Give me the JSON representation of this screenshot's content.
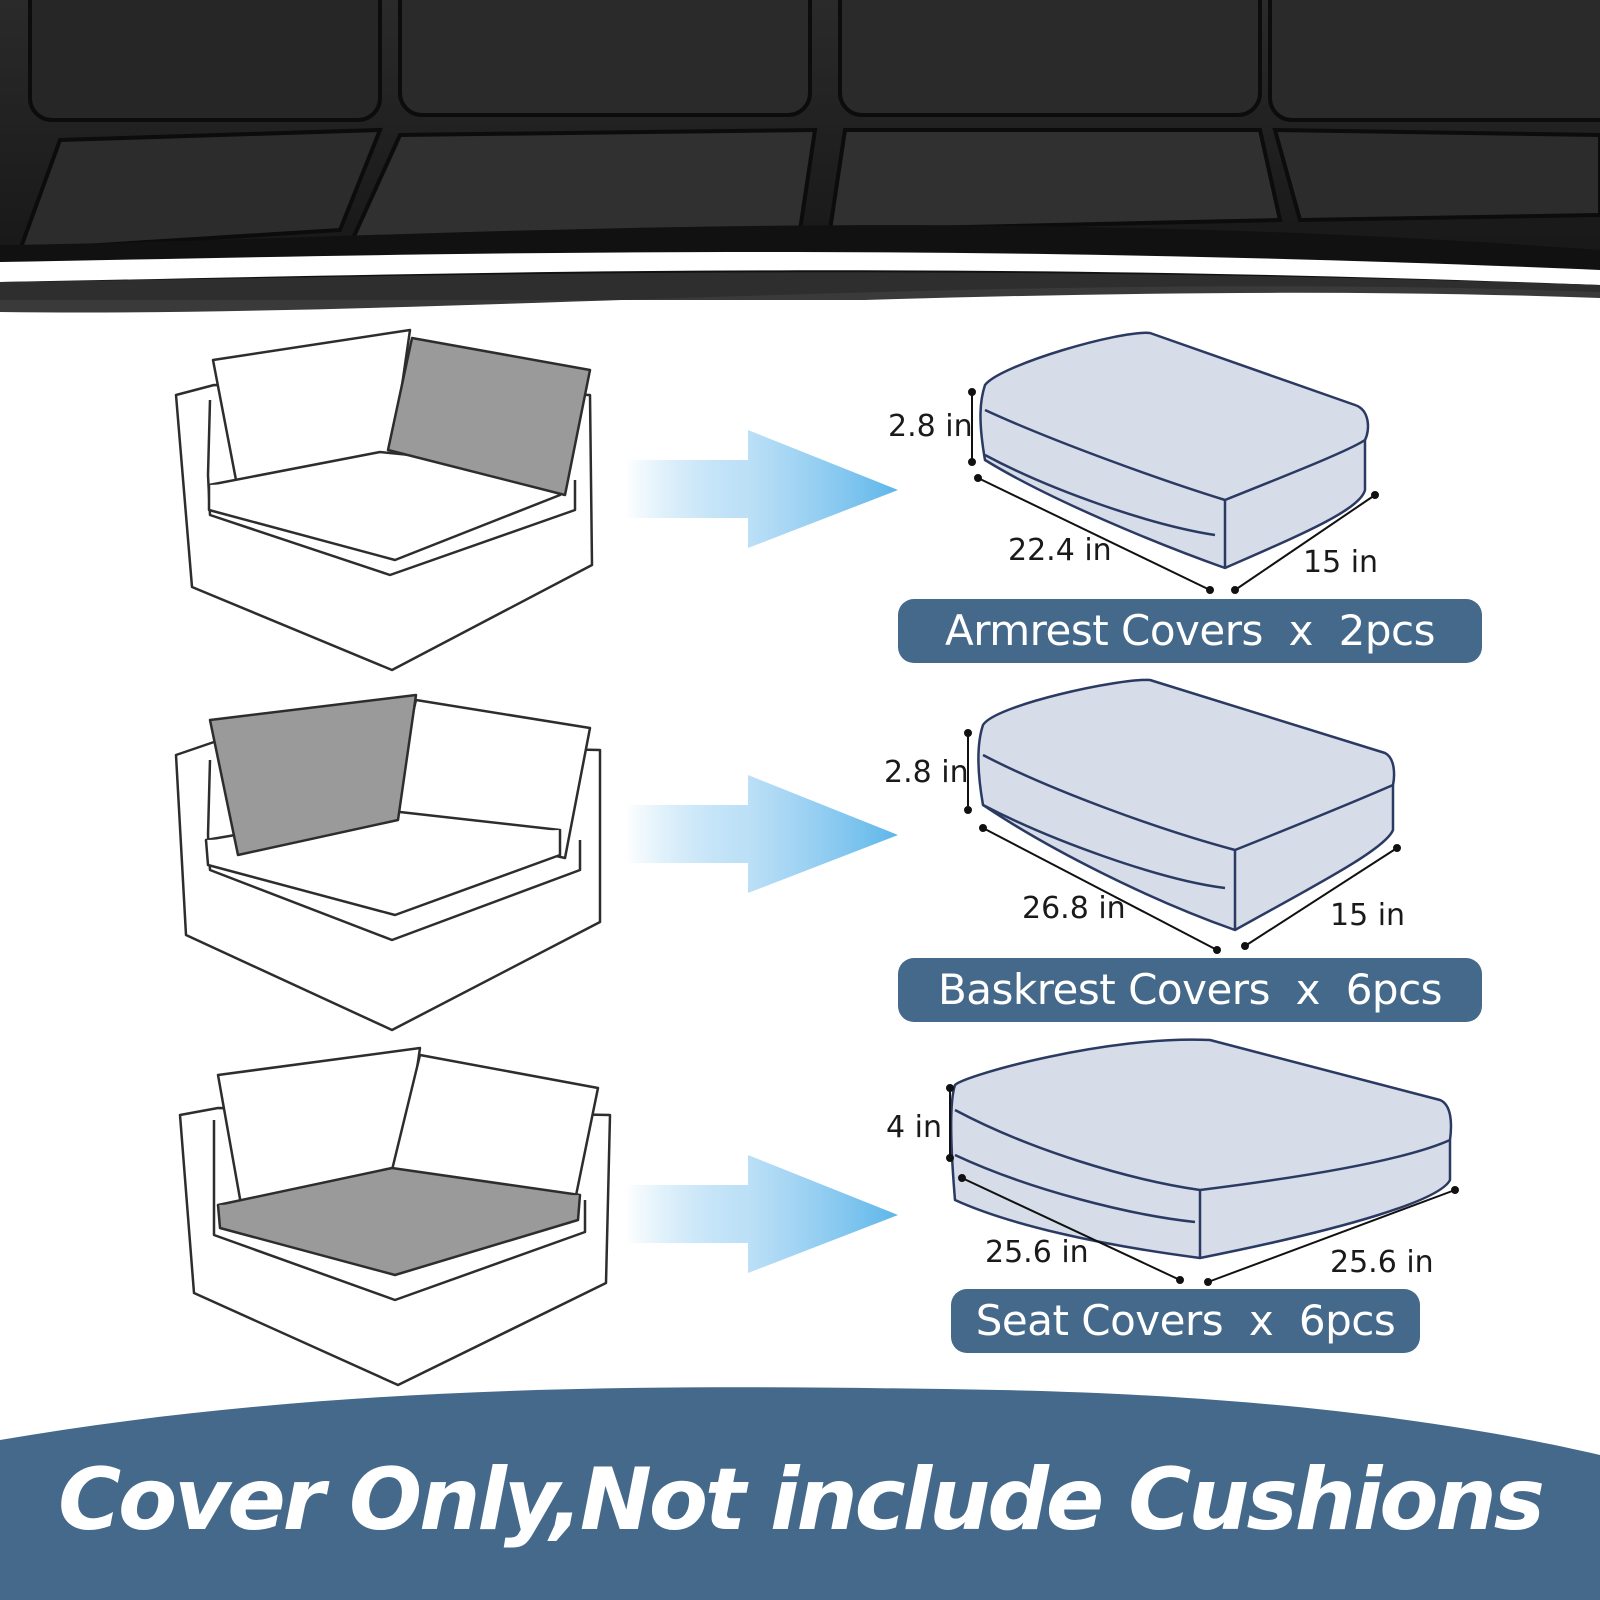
{
  "products": [
    {
      "id": "armrest",
      "label": "Armrest Covers  x  2pcs",
      "dims": {
        "height": "2.8 in",
        "length": "22.4 in",
        "depth": "15 in"
      }
    },
    {
      "id": "backrest",
      "label": "Baskrest Covers  x  6pcs",
      "dims": {
        "height": "2.8 in",
        "length": "26.8 in",
        "depth": "15 in"
      }
    },
    {
      "id": "seat",
      "label": "Seat Covers  x  6pcs",
      "dims": {
        "height": "4 in",
        "length": "25.6 in",
        "depth": "25.6 in"
      }
    }
  ],
  "footer": {
    "text": "Cover Only,Not include Cushions"
  },
  "colors": {
    "brand_blue": "#45698b",
    "cushion_fill": "#d6dce8",
    "cushion_stroke": "#2b3a63",
    "highlight_gray": "#9a9a9a",
    "arrow_blue": "#5db6ea",
    "banner_dark": "#1a1a1a"
  }
}
